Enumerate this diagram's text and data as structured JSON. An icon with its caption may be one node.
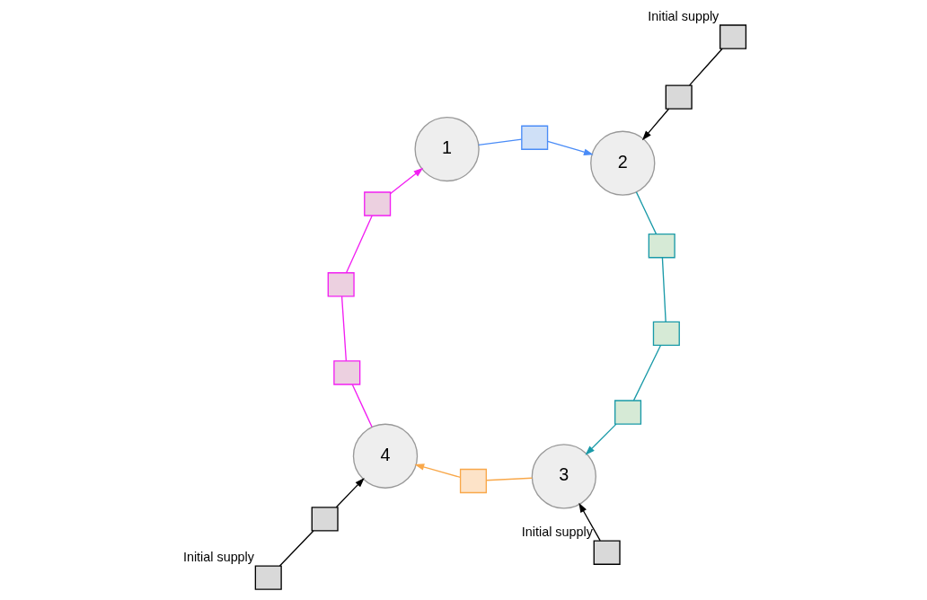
{
  "diagram": {
    "nodes": [
      {
        "text": [
          "1"
        ]
      },
      {
        "text": [
          "2"
        ]
      },
      {
        "text": [
          "3"
        ]
      },
      {
        "text": [
          "4"
        ]
      },
      {
        "text": [],
        "shape": "box"
      },
      {
        "text": [],
        "shape": "box"
      },
      {
        "text": [],
        "shape": "box"
      },
      {
        "text": [],
        "shape": "box"
      },
      {
        "text": [],
        "shape": "box"
      },
      {
        "text": [],
        "shape": "box"
      },
      {
        "text": [],
        "shape": "box"
      },
      {
        "text": [],
        "shape": "box"
      },
      {
        "text": [],
        "shape": "box",
        "beside": [
          "Initial supply"
        ]
      },
      {
        "text": [],
        "shape": "box"
      },
      {
        "text": [],
        "shape": "box",
        "beside": [
          "Initial supply"
        ]
      },
      {
        "text": [],
        "shape": "box"
      },
      {
        "text": [],
        "shape": "box",
        "beside": [
          "Initial supply"
        ]
      }
    ],
    "edges": [
      {
        "from": 0,
        "to": 4,
        "arrow": "none",
        "color": "#4a8cf7"
      },
      {
        "from": 4,
        "to": 1,
        "arrow": "to",
        "color": "#4a8cf7"
      },
      {
        "from": 1,
        "to": 5,
        "arrow": "none",
        "color": "#1a9aa8"
      },
      {
        "from": 5,
        "to": 6,
        "arrow": "none",
        "color": "#1a9aa8"
      },
      {
        "from": 6,
        "to": 7,
        "arrow": "none",
        "color": "#1a9aa8"
      },
      {
        "from": 7,
        "to": 2,
        "arrow": "to",
        "color": "#1a9aa8"
      },
      {
        "from": 2,
        "to": 8,
        "arrow": "none",
        "color": "#f9a84a"
      },
      {
        "from": 8,
        "to": 3,
        "arrow": "to",
        "color": "#f9a84a"
      },
      {
        "from": 3,
        "to": 11,
        "arrow": "none",
        "color": "#f21ff2"
      },
      {
        "from": 11,
        "to": 10,
        "arrow": "none",
        "color": "#f21ff2"
      },
      {
        "from": 10,
        "to": 9,
        "arrow": "none",
        "color": "#f21ff2"
      },
      {
        "from": 9,
        "to": 0,
        "arrow": "to",
        "color": "#f21ff2"
      },
      {
        "from": 12,
        "to": 13,
        "arrow": "none"
      },
      {
        "from": 13,
        "to": 1,
        "arrow": "to"
      },
      {
        "from": 14,
        "to": 2,
        "arrow": "to"
      },
      {
        "from": 16,
        "to": 15,
        "arrow": "none"
      },
      {
        "from": 15,
        "to": 3,
        "arrow": "to"
      }
    ]
  }
}
